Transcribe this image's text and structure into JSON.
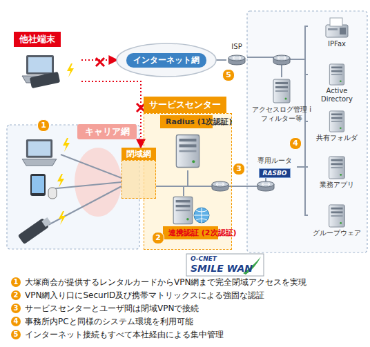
{
  "diagram": {
    "nodes": [
      {
        "text": [
          "他社端末"
        ]
      },
      {
        "text": [
          "キャリア網"
        ]
      },
      {
        "text": [
          "サービスセンター"
        ]
      },
      {
        "text": [
          "閉域網"
        ]
      },
      {
        "text": [
          "Radius (1次認証)"
        ],
        "in": 2
      },
      {
        "text": [
          "連携認証 (2次認証)"
        ],
        "in": 2
      },
      {
        "text": [
          "インターネット網"
        ]
      },
      {
        "text": [
          "ISP"
        ]
      },
      {
        "text": [
          "アクセスログ管理 iフィルター等"
        ]
      },
      {
        "text": [
          "専用ルータ",
          "RASBO"
        ]
      },
      {
        "text": [
          "IPFax"
        ]
      },
      {
        "text": [
          "Active Directory"
        ]
      },
      {
        "text": [
          "共有フォルダ"
        ]
      },
      {
        "text": [
          "業務アプリ"
        ]
      },
      {
        "text": [
          "グループウェア"
        ]
      }
    ],
    "edges": [
      {
        "from": 0,
        "to": 6,
        "arrow": "to"
      },
      {
        "from": 0,
        "to": 3,
        "arrow": "to"
      },
      {
        "from": 6,
        "to": 7,
        "arrow": "none"
      },
      {
        "from": 7,
        "to": 8,
        "arrow": "none"
      },
      {
        "from": 3,
        "to": 9,
        "arrow": "none"
      },
      {
        "from": 9,
        "to": 10,
        "arrow": "none"
      },
      {
        "from": 9,
        "to": 11,
        "arrow": "none"
      },
      {
        "from": 9,
        "to": 12,
        "arrow": "none"
      },
      {
        "from": 9,
        "to": 13,
        "arrow": "none"
      },
      {
        "from": 9,
        "to": 14,
        "arrow": "none"
      }
    ],
    "labels": [
      "1",
      "2",
      "3",
      "4",
      "5",
      "O-CNET",
      "SMILE WAN",
      "1",
      "大塚商会が提供するレンタルカードからVPN網まで完全閉域アクセスを実現",
      "2",
      "VPN網入り口にSecurID及び携帯マトリックスによる強固な認証",
      "3",
      "サービスセンターとユーザ間は閉域VPNで接続",
      "4",
      "事務所内PCと同様のシステム環境を利用可能",
      "5",
      "インターネット接続もすべて本社経由による集中管理"
    ]
  }
}
